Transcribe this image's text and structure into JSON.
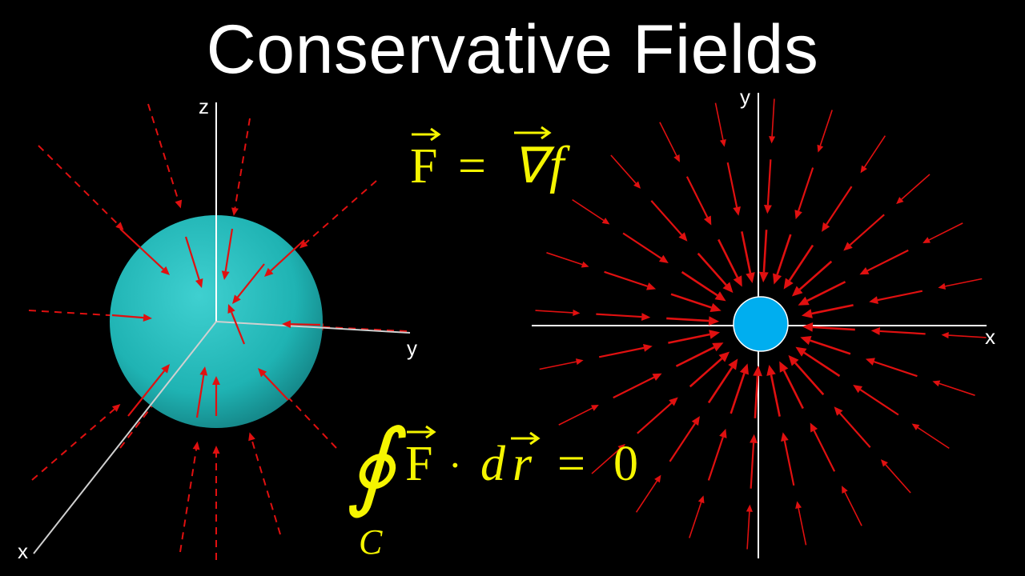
{
  "title": "Conservative Fields",
  "left_diagram": {
    "axis_labels": {
      "z": "z",
      "y": "y",
      "x": "x"
    },
    "sphere_color": "#1fb3b3",
    "arrow_color": "#e01010"
  },
  "right_diagram": {
    "axis_labels": {
      "y": "y",
      "x": "x"
    },
    "center_color": "#00aeef",
    "arrow_color": "#e01010"
  },
  "equations": {
    "gradient": {
      "lhs": "F",
      "equals": "=",
      "operator": "∇",
      "function": "f"
    },
    "line_integral": {
      "integral": "∮",
      "field": "F",
      "dot": "·",
      "differential": "d",
      "position": "r",
      "equals": "=",
      "value": "0",
      "contour": "C"
    }
  },
  "colors": {
    "background": "#000000",
    "equation": "#f5f500",
    "text": "#ffffff"
  }
}
